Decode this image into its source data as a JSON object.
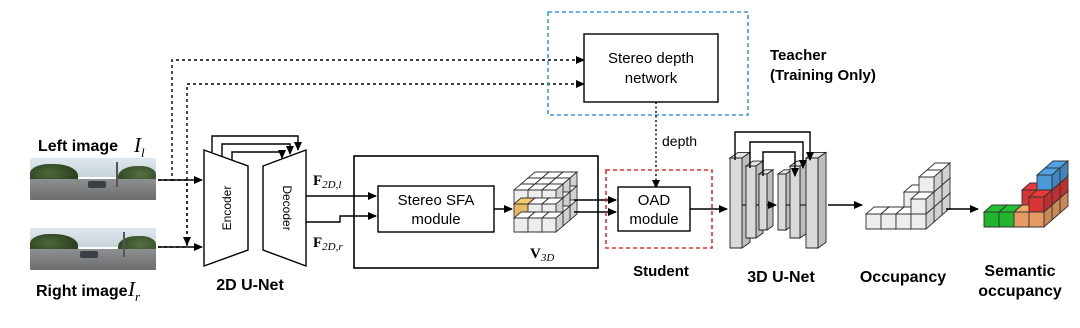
{
  "labels": {
    "left_image": "Left image",
    "left_image_sym": "I",
    "left_image_sub": "l",
    "right_image": "Right image",
    "right_image_sym": "I",
    "right_image_sub": "r",
    "encoder": "Encoder",
    "decoder": "Decoder",
    "unet2d": "2D U-Net",
    "f_left_sym": "F",
    "f_left_sub": "2D,l",
    "f_right_sym": "F",
    "f_right_sub": "2D,r",
    "sfa_line1": "Stereo SFA",
    "sfa_line2": "module",
    "v3d_sym": "V",
    "v3d_sub": "3D",
    "stereo_depth_line1": "Stereo depth",
    "stereo_depth_line2": "network",
    "teacher_line1": "Teacher",
    "teacher_line2": "(Training Only)",
    "depth": "depth",
    "oad_line1": "OAD",
    "oad_line2": "module",
    "student": "Student",
    "unet3d": "3D U-Net",
    "occupancy": "Occupancy",
    "semantic_line1": "Semantic",
    "semantic_line2": "occupancy"
  },
  "colors": {
    "teacher": "#3b9ae6",
    "student": "#e8302a",
    "voxel_highlight": "#f3c96b",
    "semantic_green": "#22c232",
    "semantic_red": "#e83a3a",
    "semantic_blue": "#4ea3e8",
    "semantic_orange": "#f6a66a"
  }
}
